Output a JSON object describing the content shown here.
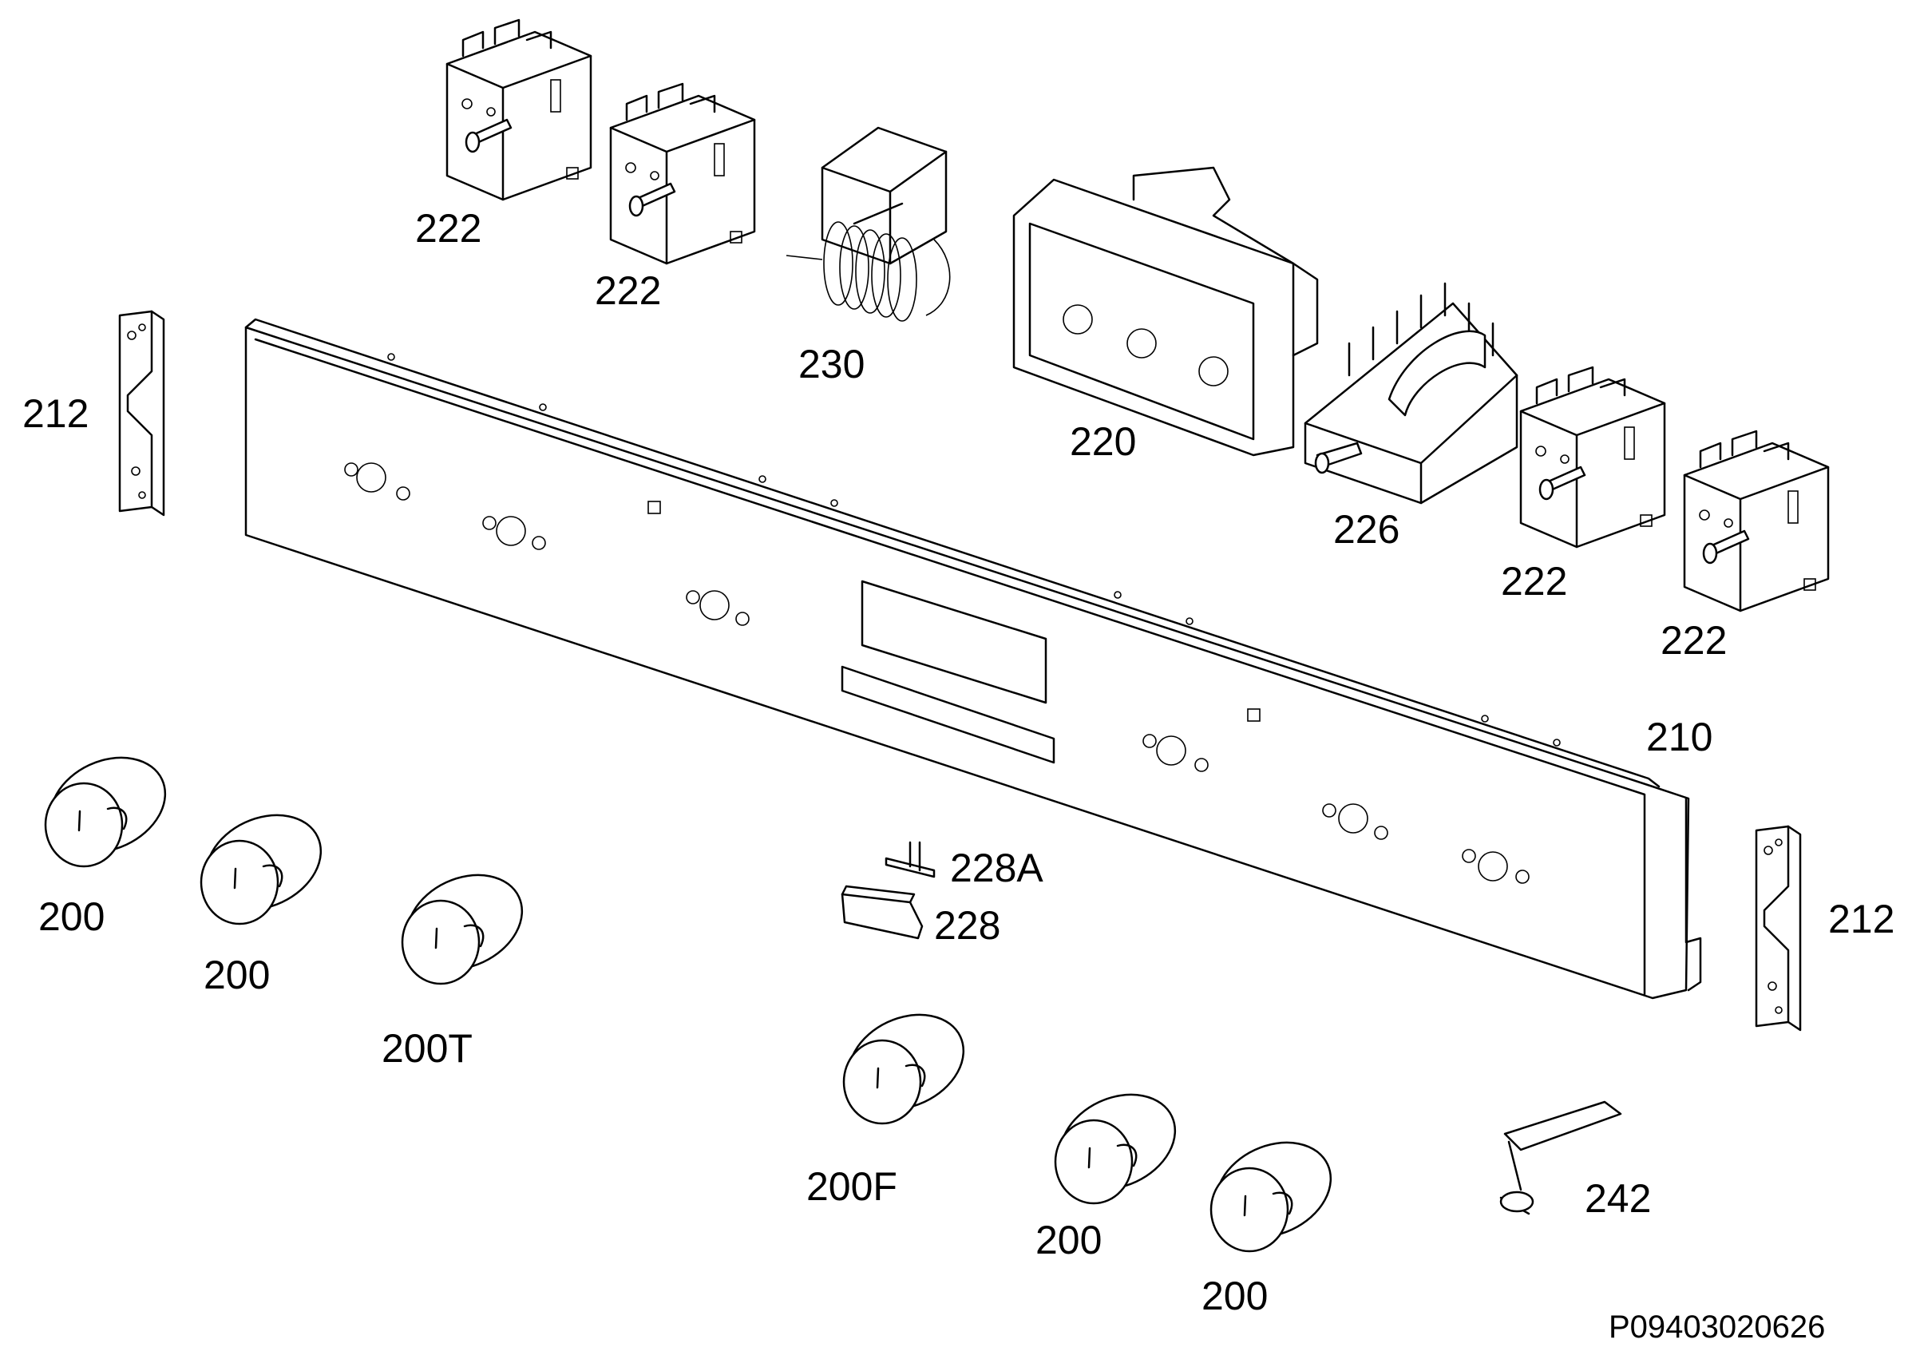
{
  "diagram": {
    "drawing_code": "P09403020626",
    "labels": {
      "knob_1": "200",
      "knob_2": "200",
      "knob_thermostat": "200T",
      "knob_function": "200F",
      "knob_5": "200",
      "knob_6": "200",
      "control_panel": "210",
      "bracket_left": "212",
      "bracket_right": "212",
      "timer_housing": "220",
      "energy_regulator_1": "222",
      "energy_regulator_2": "222",
      "energy_regulator_3": "222",
      "energy_regulator_4": "222",
      "selector_switch": "226",
      "button": "228",
      "button_pin": "228A",
      "thermostat": "230",
      "lamp_holder": "242"
    }
  }
}
